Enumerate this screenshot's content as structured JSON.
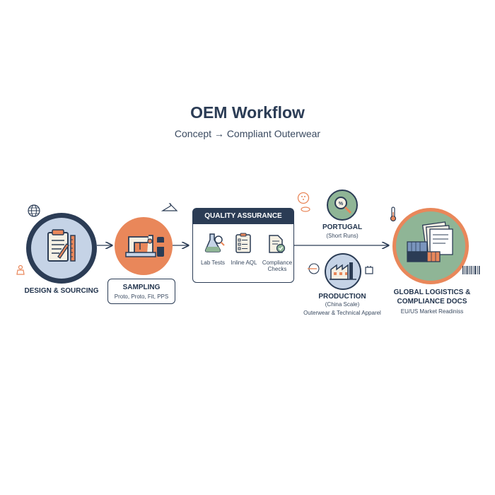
{
  "header": {
    "title": "OEM Workflow",
    "subtitle": "Concept → Compliant Outerwear"
  },
  "steps": {
    "design": {
      "label": "DESIGN & SOURCING"
    },
    "sampling": {
      "label": "SAMPLING",
      "sub": "Proto, Proto, Fit, PPS"
    },
    "qa": {
      "header": "QUALITY ASSURANCE",
      "items": [
        {
          "label": "Lab Tests"
        },
        {
          "label": "Inline AQL"
        },
        {
          "label_line1": "Compliance",
          "label_line2": "Checks"
        }
      ]
    },
    "portugal": {
      "label": "PORTUGAL",
      "sub": "(Short Runs)"
    },
    "production": {
      "label": "PRODUCTION",
      "sub": "(China Scale)",
      "note": "Outerwear & Technical Apparel"
    },
    "logistics": {
      "label_line1": "GLOBAL LOGISTICS &",
      "label_line2": "COMPLIANCE DOCS",
      "sub": "EU/US Market Readiniss"
    }
  },
  "colors": {
    "navy": "#2b3c55",
    "orange": "#e9875a",
    "sage": "#8fb596",
    "light_blue": "#c5d3e6"
  },
  "icons": [
    "globe-icon",
    "clipboard-icon",
    "hanger-icon",
    "sewing-machine-icon",
    "flask-icon",
    "checklist-icon",
    "document-check-icon",
    "magnifier-icon",
    "factory-icon",
    "thermometer-icon",
    "containers-icon",
    "barcode-icon"
  ]
}
